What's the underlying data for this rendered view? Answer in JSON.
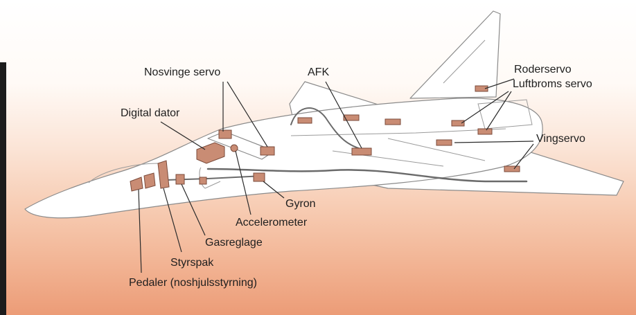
{
  "labels": {
    "nosvinge_servo": "Nosvinge servo",
    "digital_dator": "Digital dator",
    "afk": "AFK",
    "roderservo": "Roderservo",
    "luftbroms_servo": "Luftbroms servo",
    "vingservo": "Vingservo",
    "gyron": "Gyron",
    "accelerometer": "Accelerometer",
    "gasreglage": "Gasreglage",
    "styrspak": "Styrspak",
    "pedaler": "Pedaler (noshjulsstyrning)"
  },
  "colors": {
    "component": "#c98c74",
    "component_stroke": "#7a4a3a",
    "outline": "#8a8a8a",
    "leader": "#2a2a2a"
  }
}
